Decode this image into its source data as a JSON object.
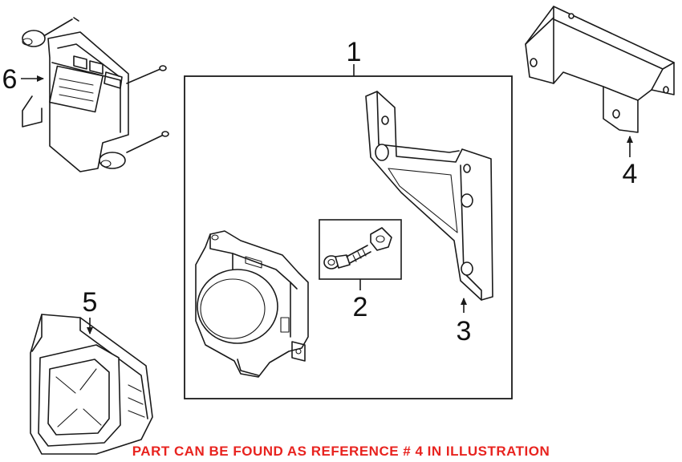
{
  "callouts": {
    "c1": "1",
    "c2": "2",
    "c3": "3",
    "c4": "4",
    "c5": "5",
    "c6": "6"
  },
  "note": {
    "text": "PART CAN BE FOUND AS REFERENCE # 4 IN ILLUSTRATION",
    "color": "#e8231f"
  }
}
